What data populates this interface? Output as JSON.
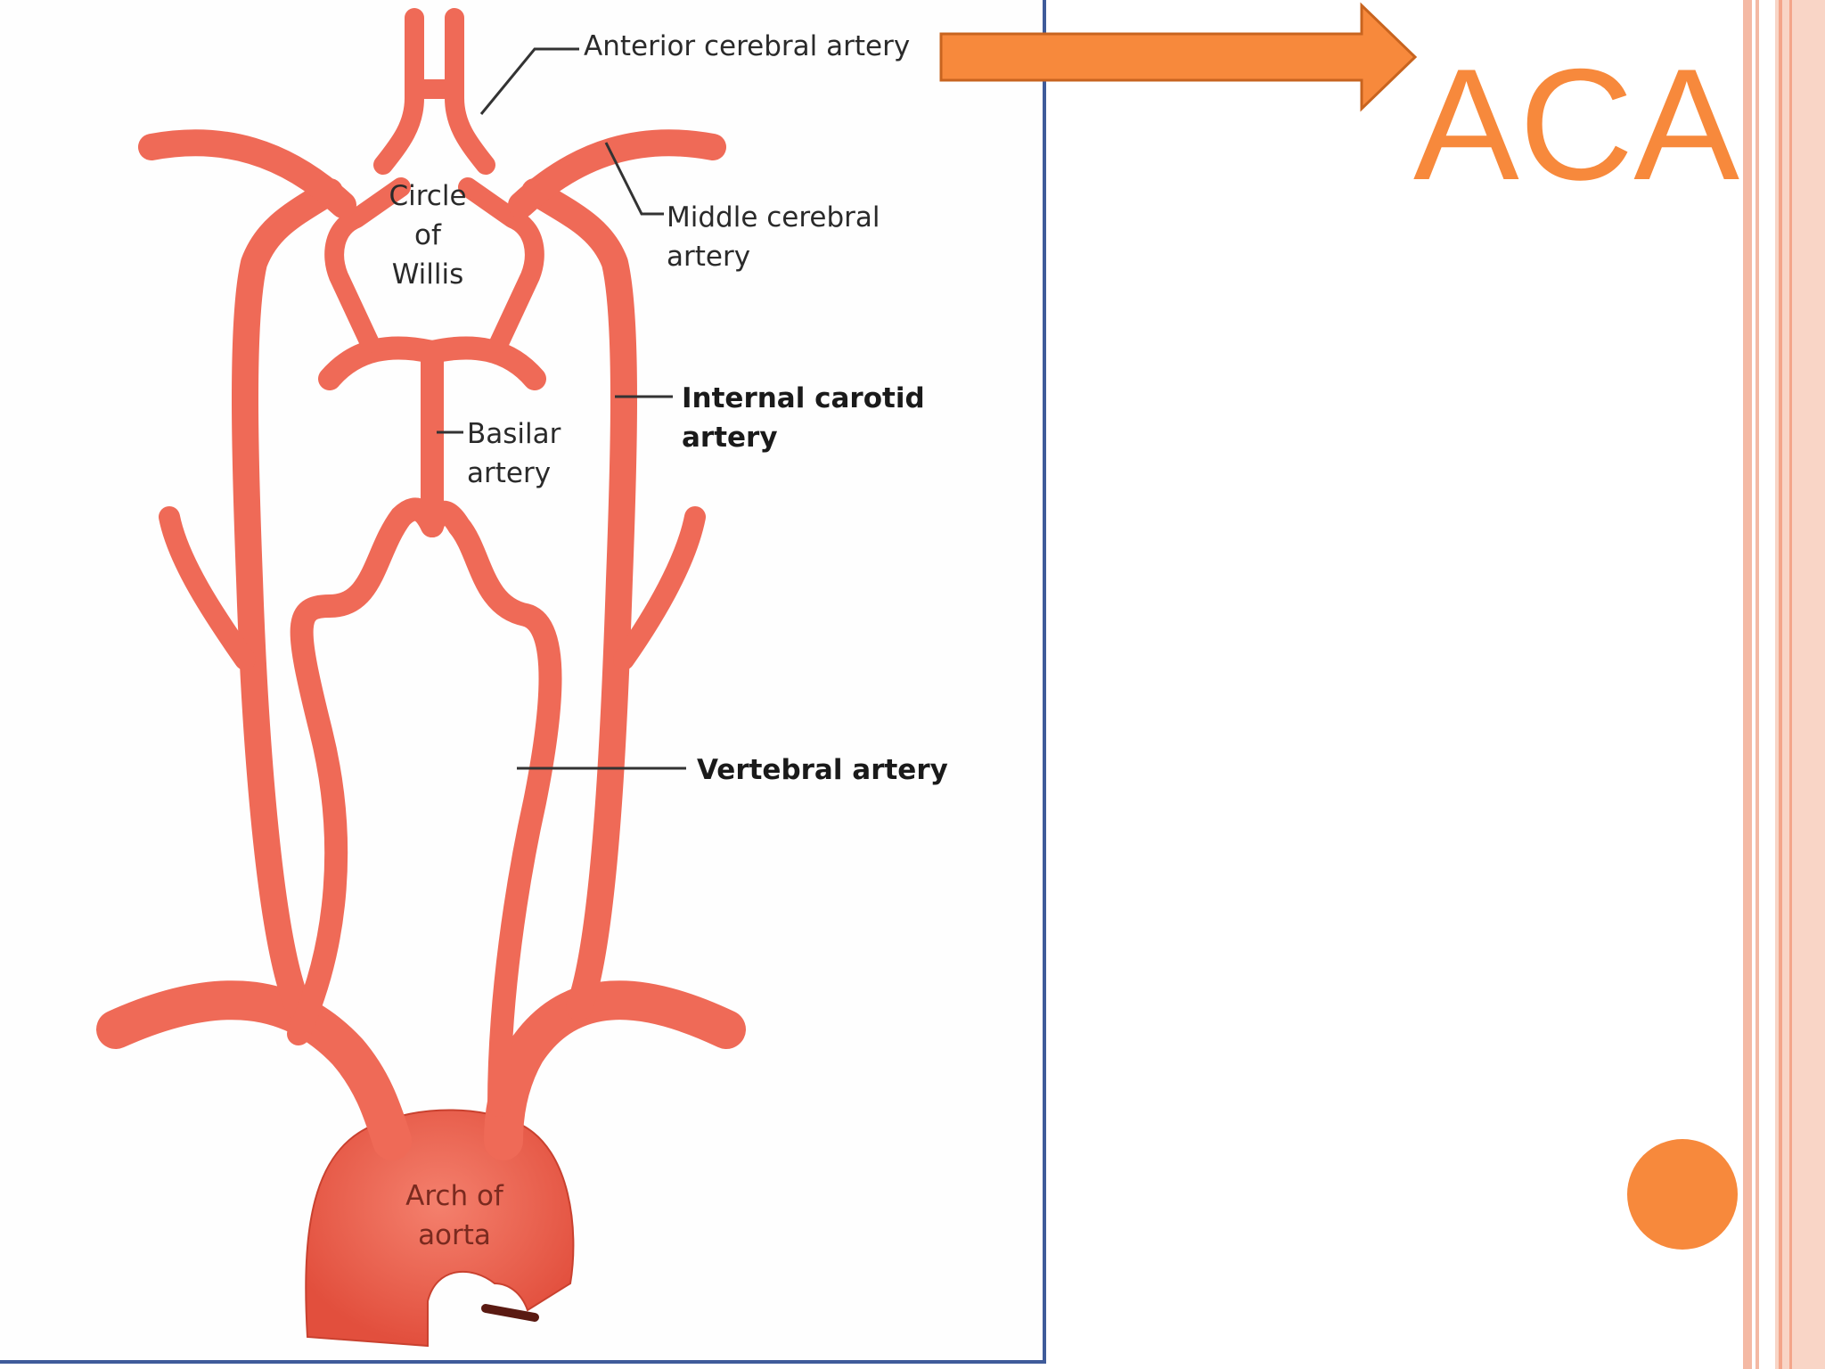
{
  "slide": {
    "title": "ACA",
    "accent_color": "#f7893c",
    "stripe_color": "#f4b9a4",
    "panel_border_color": "#3f5b9a"
  },
  "figure": {
    "artery_color": "#ef6a57",
    "labels": {
      "anterior_cerebral": "Anterior cerebral artery",
      "circle_line1": "Circle",
      "circle_line2": "of",
      "circle_line3": "Willis",
      "middle_cerebral_line1": "Middle cerebral",
      "middle_cerebral_line2": "artery",
      "internal_carotid_line1": "Internal carotid",
      "internal_carotid_line2": "artery",
      "basilar_line1": "Basilar",
      "basilar_line2": "artery",
      "vertebral": "Vertebral artery",
      "aorta_line1": "Arch of",
      "aorta_line2": "aorta"
    }
  },
  "icons": {
    "arrow": "right-arrow-icon",
    "bullet": "circle-bullet-icon"
  }
}
